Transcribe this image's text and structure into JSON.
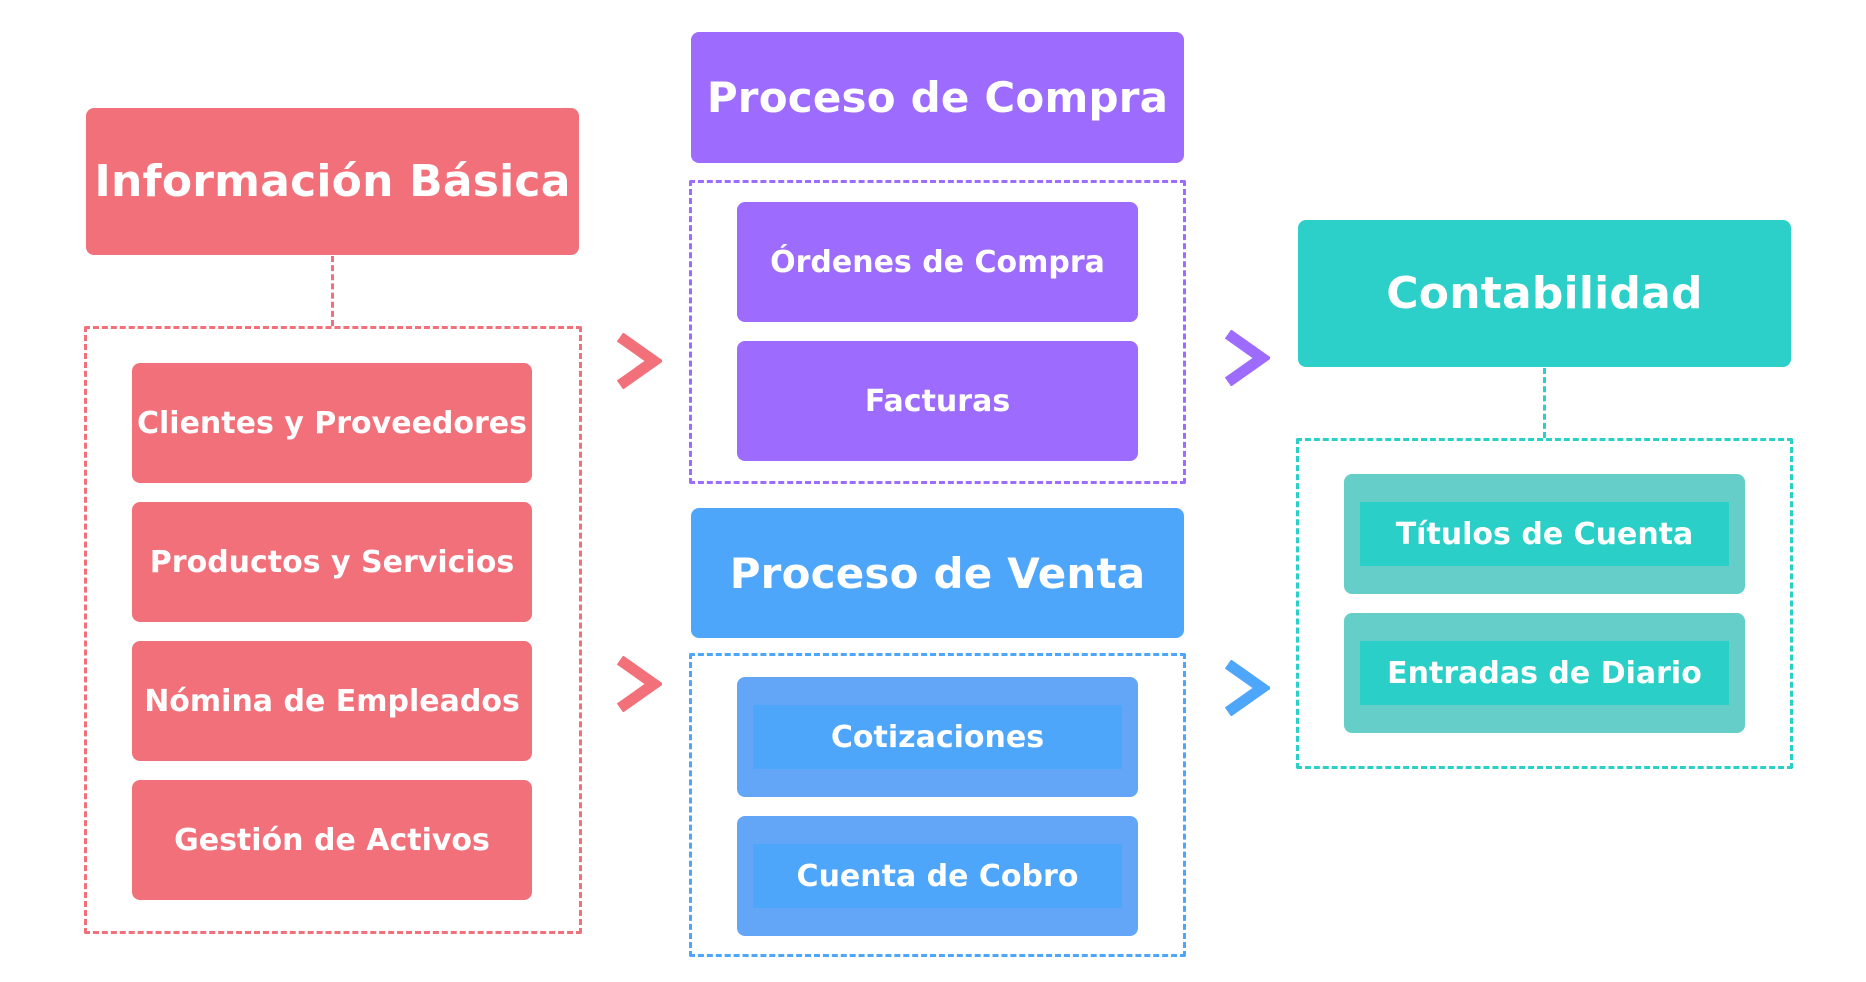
{
  "colors": {
    "basic": "#f2707a",
    "purchase": "#9d6bfe",
    "sales": "#4ea6fb",
    "accounting": "#2dd0c8"
  },
  "basic_info": {
    "title": "Información Básica",
    "items": [
      "Clientes y Proveedores",
      "Productos y Servicios",
      "Nómina de Empleados",
      "Gestión de Activos"
    ]
  },
  "purchase": {
    "title": "Proceso de Compra",
    "items": [
      "Órdenes de Compra",
      "Facturas"
    ]
  },
  "sales": {
    "title": "Proceso de Venta",
    "items": [
      "Cotizaciones",
      "Cuenta de Cobro"
    ]
  },
  "accounting": {
    "title": "Contabilidad",
    "items": [
      "Títulos de Cuenta",
      "Entradas de Diario"
    ]
  }
}
